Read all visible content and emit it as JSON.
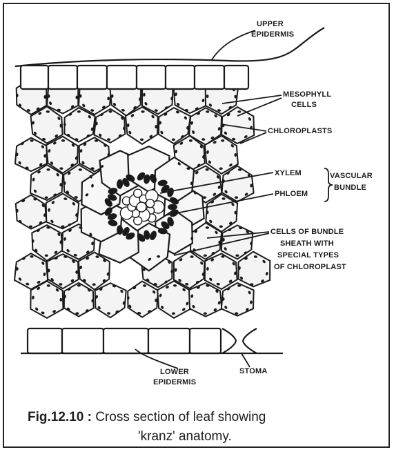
{
  "labels": {
    "upper_epidermis": [
      "UPPER",
      "EPIDERMIS"
    ],
    "mesophyll_cells": [
      "MESOPHYLL",
      "CELLS"
    ],
    "chloroplasts": "CHLOROPLASTS",
    "xylem": "XYLEM",
    "phloem": "PHLOEM",
    "vascular_bundle": [
      "VASCULAR",
      "BUNDLE"
    ],
    "bundle_sheath": [
      "CELLS OF BUNDLE",
      "SHEATH WITH",
      "SPECIAL TYPES",
      "OF CHLOROPLAST"
    ],
    "lower_epidermis": [
      "LOWER",
      "EPIDERMIS"
    ],
    "stoma": "STOMA"
  },
  "caption": {
    "number": "Fig.12.10 :",
    "line1": "Cross section of leaf showing",
    "line2": "'kranz' anatomy."
  },
  "colors": {
    "ink": "#1a1a1a",
    "cell_fill": "#f4f4f4",
    "background": "#ffffff"
  }
}
